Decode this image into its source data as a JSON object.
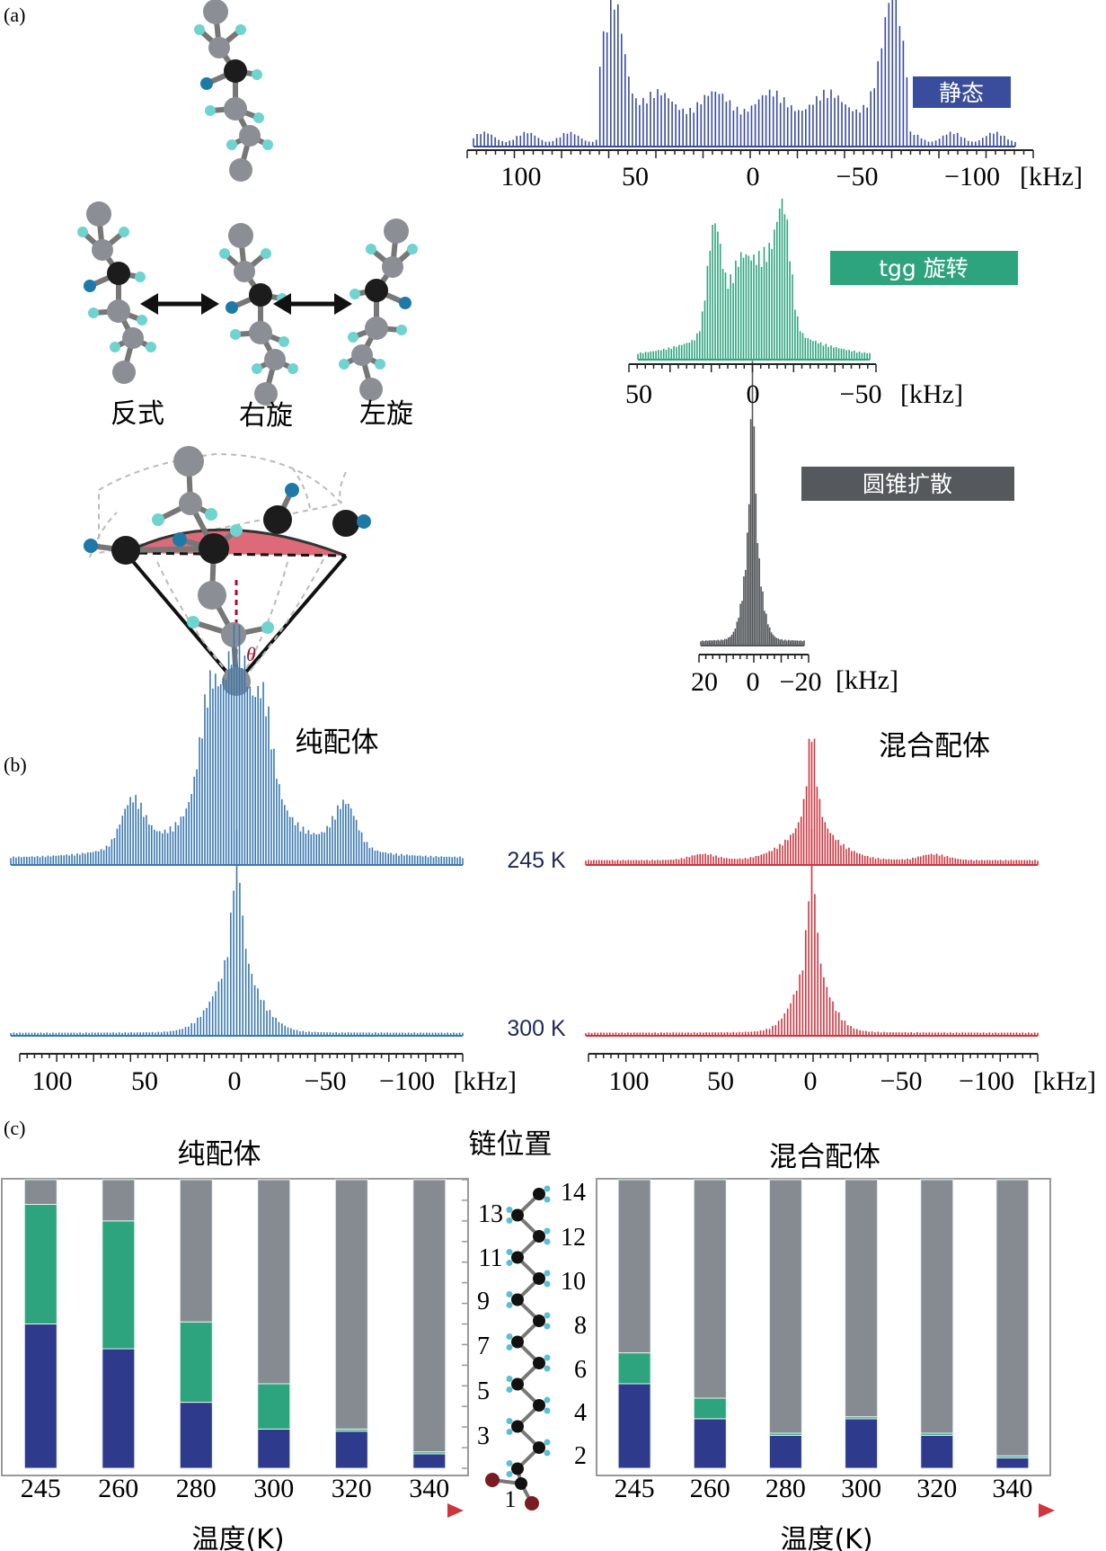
{
  "panel_labels": {
    "a": "(a)",
    "b": "(b)",
    "c": "(c)"
  },
  "panel_a": {
    "conformers": [
      "反式",
      "右旋",
      "左旋"
    ],
    "cone_angle_symbol": "θ",
    "spectra": [
      {
        "badge": "静态",
        "color": "#3a4d9c",
        "ticks": [
          "100",
          "50",
          "0",
          "−50",
          "−100"
        ],
        "unit": "[kHz]"
      },
      {
        "badge": "tgg 旋转",
        "color": "#2ea47e",
        "ticks": [
          "50",
          "0",
          "−50"
        ],
        "unit": "[kHz]"
      },
      {
        "badge": "圆锥扩散",
        "color": "#55585c",
        "ticks": [
          "20",
          "0",
          "−20"
        ],
        "unit": "[kHz]"
      }
    ]
  },
  "panel_b": {
    "left_title": "纯配体",
    "right_title": "混合配体",
    "temps": [
      "245 K",
      "300 K"
    ],
    "left_color": "#3a78b0",
    "right_color": "#d0353e",
    "ticks": [
      "100",
      "50",
      "0",
      "−50",
      "−100"
    ],
    "unit": "[kHz]"
  },
  "panel_c": {
    "left_title": "纯配体",
    "chain_title": "链位置",
    "right_title": "混合配体",
    "chain_left_labels": [
      "13",
      "11",
      "9",
      "7",
      "5",
      "3"
    ],
    "chain_right_labels": [
      "14",
      "12",
      "10",
      "8",
      "6",
      "4",
      "2"
    ],
    "chain_bottom_label": "1",
    "xlabel": "温度(K)"
  },
  "chart_data": [
    {
      "type": "bar",
      "stacked": true,
      "title": "纯配体",
      "xlabel": "温度(K)",
      "categories": [
        "245",
        "260",
        "280",
        "300",
        "320",
        "340"
      ],
      "ylim": [
        0,
        14
      ],
      "series": [
        {
          "color": "#2e3a8c",
          "values": [
            7.0,
            5.8,
            3.2,
            1.9,
            1.8,
            0.7
          ]
        },
        {
          "color": "#2ea47e",
          "values": [
            5.8,
            6.2,
            3.9,
            2.2,
            0.1,
            0.1
          ]
        },
        {
          "color": "#868b91",
          "values": [
            1.2,
            2.0,
            6.9,
            9.9,
            12.1,
            13.2
          ]
        }
      ]
    },
    {
      "type": "bar",
      "stacked": true,
      "title": "混合配体",
      "xlabel": "温度(K)",
      "categories": [
        "245",
        "260",
        "280",
        "300",
        "320",
        "340"
      ],
      "ylim": [
        0,
        14
      ],
      "series": [
        {
          "color": "#2e3a8c",
          "values": [
            4.1,
            2.4,
            1.6,
            2.4,
            1.6,
            0.5
          ]
        },
        {
          "color": "#2ea47e",
          "values": [
            1.5,
            1.0,
            0.1,
            0.1,
            0.1,
            0.1
          ]
        },
        {
          "color": "#868b91",
          "values": [
            8.4,
            10.6,
            12.3,
            11.5,
            12.3,
            13.4
          ]
        }
      ]
    }
  ]
}
